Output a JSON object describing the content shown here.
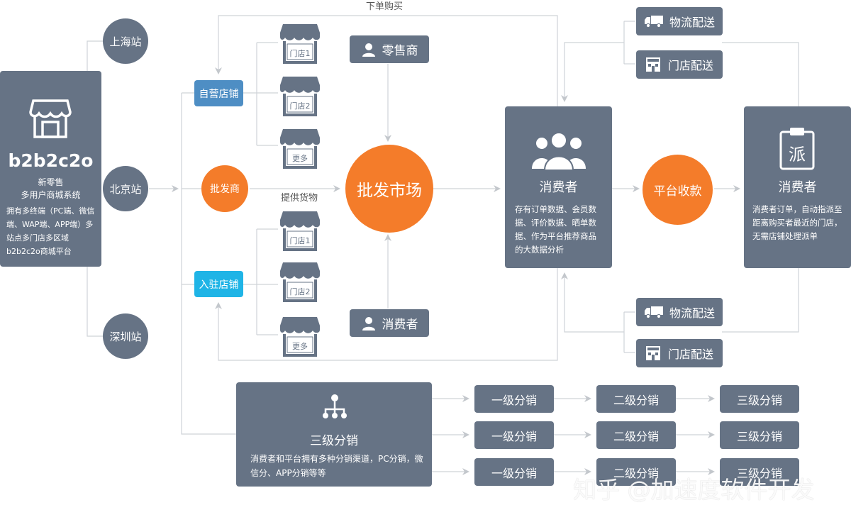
{
  "platform": {
    "name": "b2b2c2o",
    "subtitle_1": "新零售",
    "subtitle_2": "多用户商城系统",
    "description": "拥有多终端（PC端、微信端、WAP端、APP端）多站点多门店多区域b2b2c2o商城平台"
  },
  "stations": [
    "上海站",
    "北京站",
    "深圳站"
  ],
  "store_types": {
    "self_operated": "自营店铺",
    "settled": "入驻店铺"
  },
  "wholesaler": "批发商",
  "supply_label": "提供货物",
  "shops_top": [
    "门店1",
    "门店2",
    "更多"
  ],
  "shops_bottom": [
    "门店1",
    "门店2",
    "更多"
  ],
  "retailer": "零售商",
  "consumer_bottom": "消费者",
  "market": "批发市场",
  "order_label": "下单购买",
  "consumer_center": {
    "title": "消费者",
    "description": "存有订单数据、会员数据、评价数据、晒单数据、作为平台推荐商品的大数据分析"
  },
  "payment": "平台收款",
  "consumer_right": {
    "title": "消费者",
    "badge": "派",
    "description": "消费者订单，自动指派至距离购买者最近的门店，无需店铺处理派单"
  },
  "delivery_top": [
    "物流配送",
    "门店配送"
  ],
  "delivery_bottom": [
    "物流配送",
    "门店配送"
  ],
  "distribution": {
    "title": "三级分销",
    "description": "消费者和平台拥有多种分销渠道，PC分销，微信分、APP分销等等",
    "rows": [
      [
        "一级分销",
        "二级分销",
        "三级分销"
      ],
      [
        "一级分销",
        "二级分销",
        "三级分销"
      ],
      [
        "一级分销",
        "二级分销",
        "三级分销"
      ]
    ]
  },
  "watermark": "知乎 @加速度软件开发",
  "colors": {
    "node": "#667385",
    "accent": "#f47c2a",
    "self_store": "#4e8ec4",
    "settled_store": "#1fb4e6",
    "line": "#cfd3d8"
  },
  "icons": [
    "shop-icon",
    "store-icon",
    "user-icon",
    "users-icon",
    "clipboard-icon",
    "truck-icon",
    "building-icon",
    "hierarchy-icon"
  ]
}
